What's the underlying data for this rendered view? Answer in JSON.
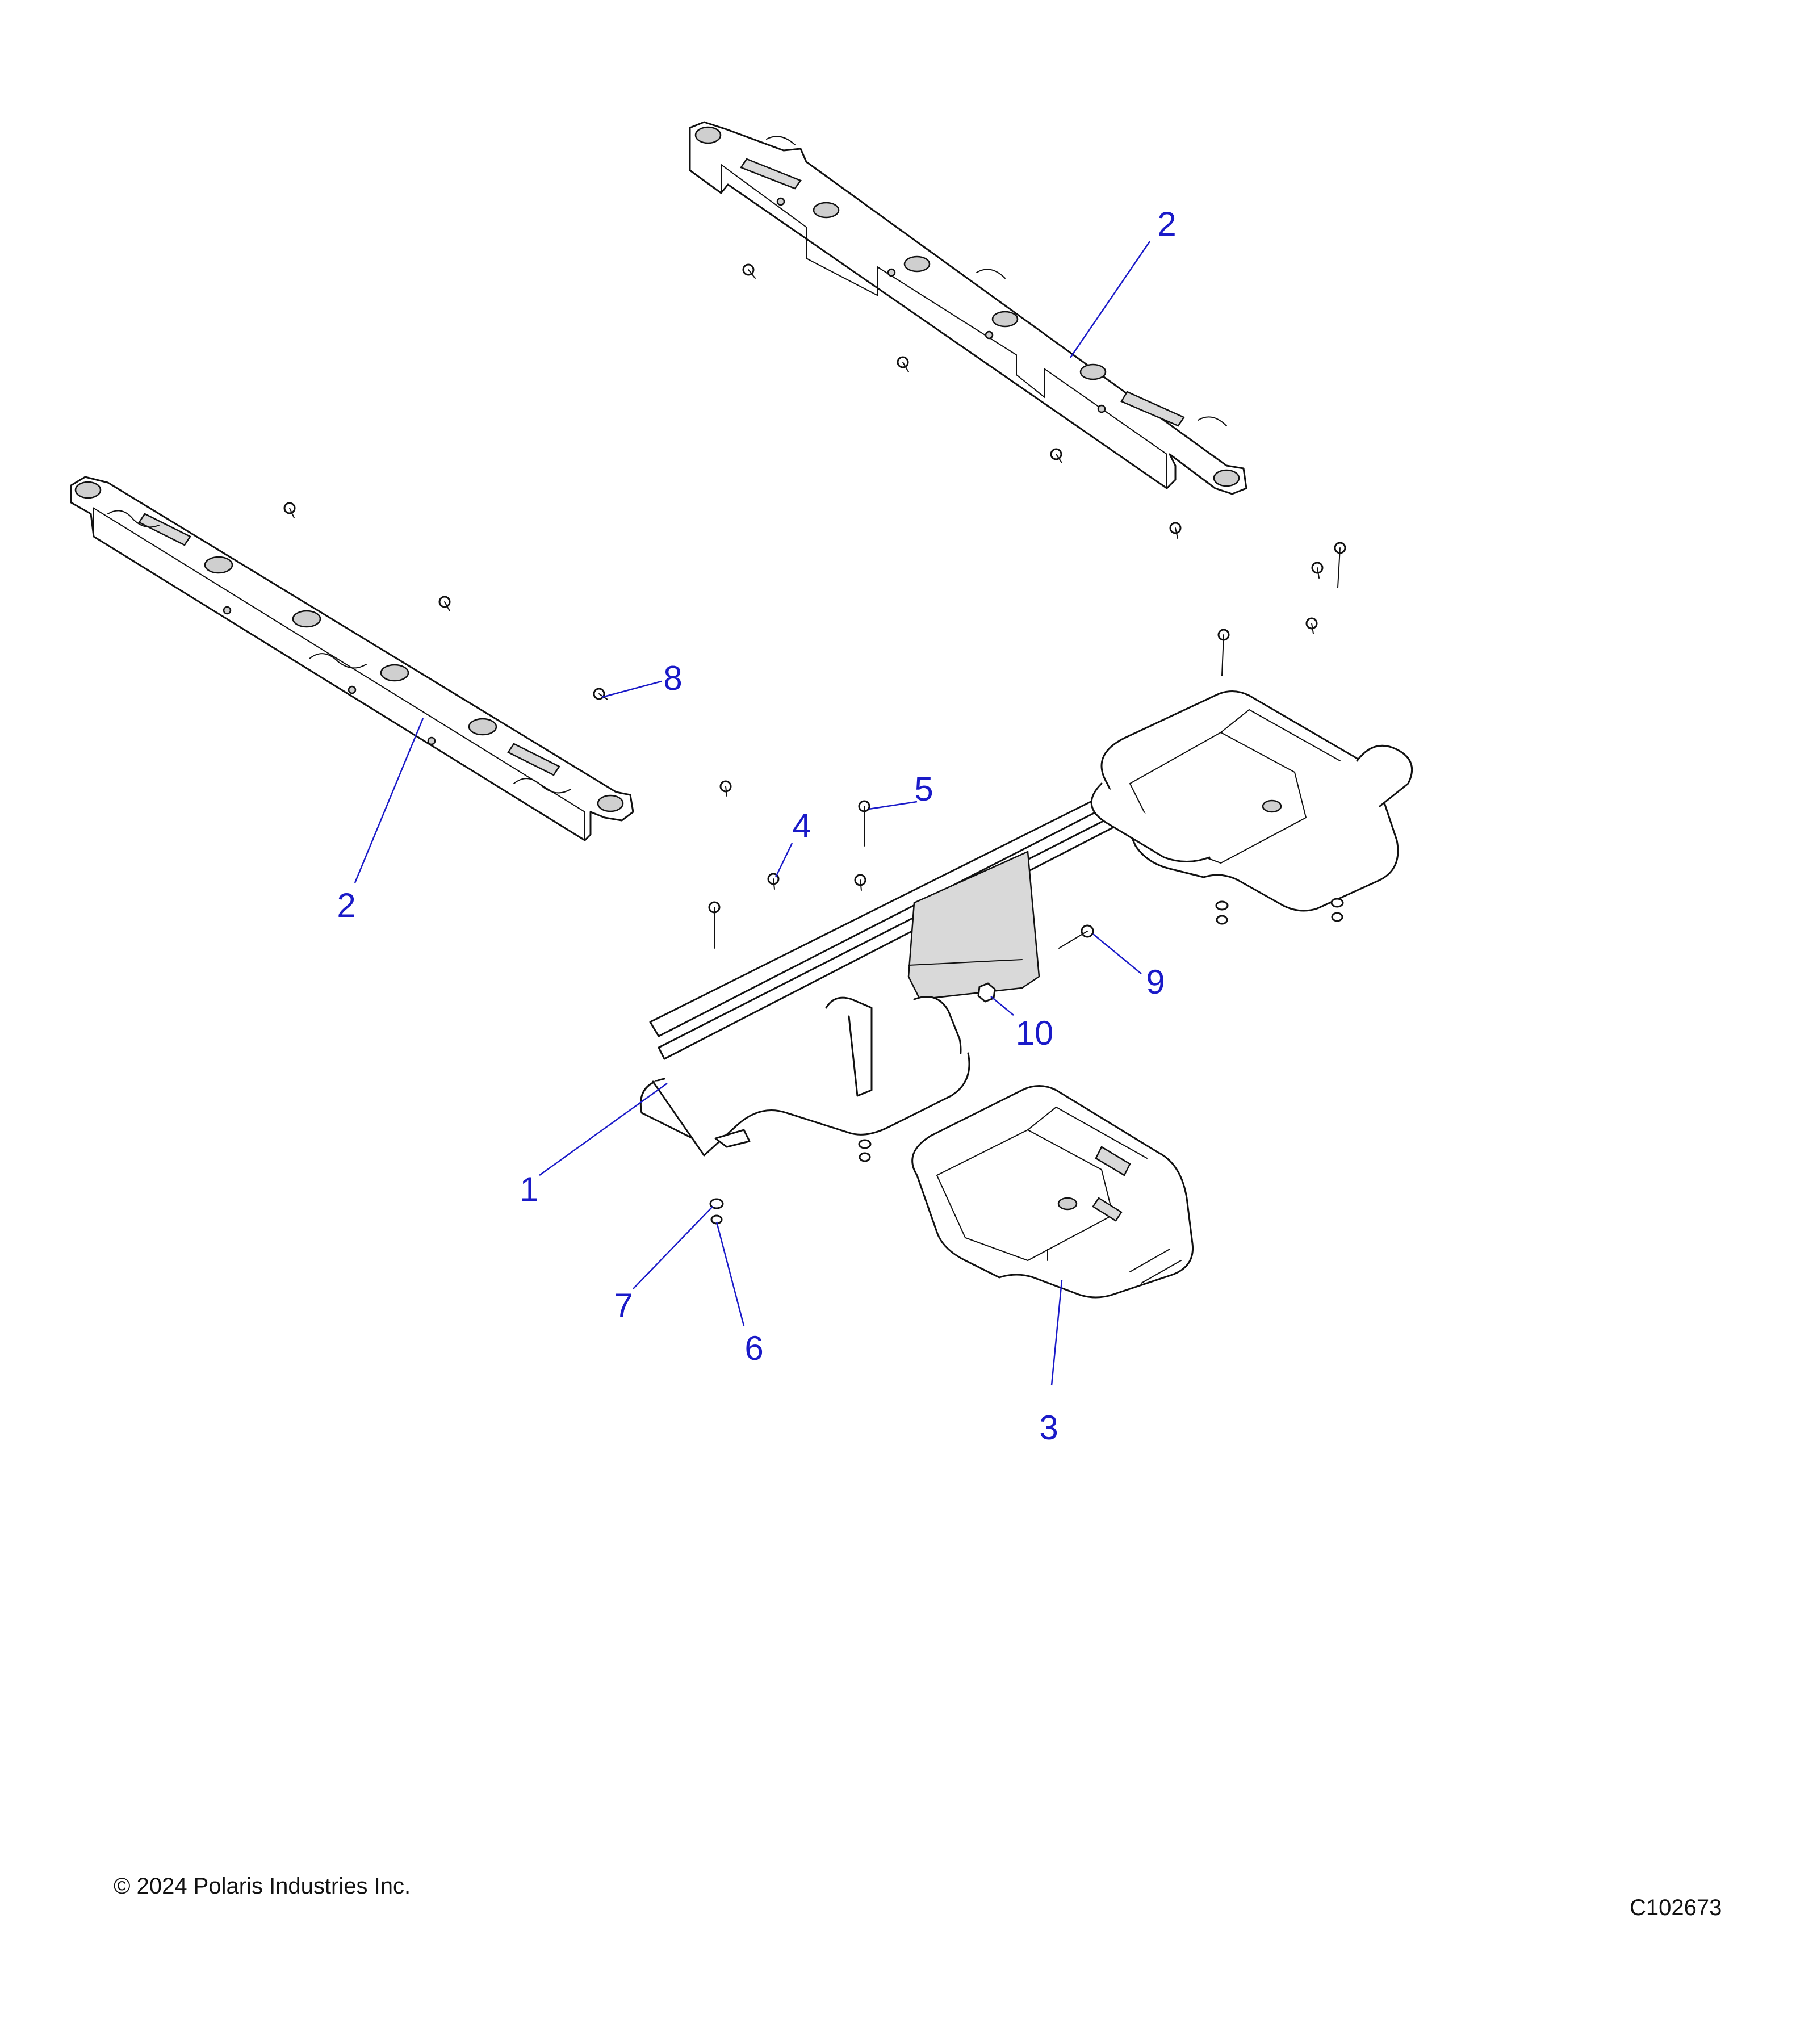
{
  "callouts": [
    {
      "id": "callout-1",
      "label": "1"
    },
    {
      "id": "callout-2-top",
      "label": "2"
    },
    {
      "id": "callout-2-left",
      "label": "2"
    },
    {
      "id": "callout-3",
      "label": "3"
    },
    {
      "id": "callout-4",
      "label": "4"
    },
    {
      "id": "callout-5",
      "label": "5"
    },
    {
      "id": "callout-6",
      "label": "6"
    },
    {
      "id": "callout-7",
      "label": "7"
    },
    {
      "id": "callout-8",
      "label": "8"
    },
    {
      "id": "callout-9",
      "label": "9"
    },
    {
      "id": "callout-10",
      "label": "10"
    }
  ],
  "footer": {
    "copyright": "© 2024 Polaris Industries Inc.",
    "figure_id": "C102673"
  },
  "colors": {
    "callout": "#1a1ac8",
    "line": "#111111",
    "background": "#ffffff"
  }
}
